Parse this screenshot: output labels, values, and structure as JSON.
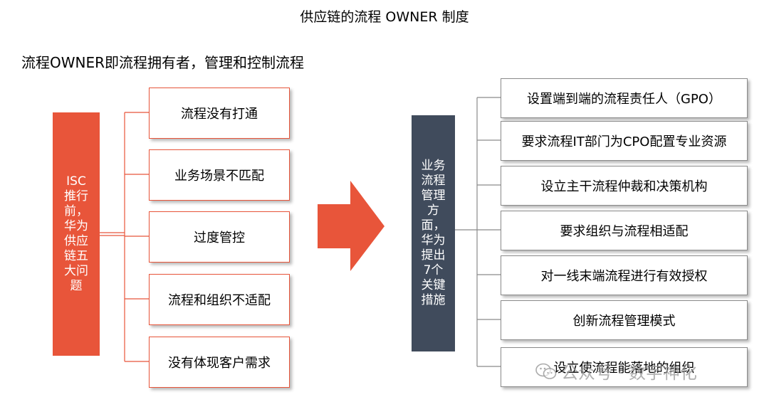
{
  "title": "供应链的流程 OWNER 制度",
  "subtitle": "流程OWNER即流程拥有者，管理和控制流程",
  "left_label": "ISC\n推行\n前，\n华为\n供应\n链五\n大问\n题",
  "left_items": [
    "流程没有打通",
    "业务场景不匹配",
    "过度管控",
    "流程和组织不适配",
    "没有体现客户需求"
  ],
  "right_label": "业务\n流程\n管理\n方面，\n华为\n提出\n7个\n关键\n措施",
  "right_items": [
    "设置端到端的流程责任人（GPO）",
    "要求流程IT部门为CPO配置专业资源",
    "设立主干流程仲裁和决策机构",
    "要求组织与流程相适配",
    "对一线末端流程进行有效授权",
    "创新流程管理模式",
    "设立使流程能落地的组织"
  ],
  "watermark": "公众号 · 数字神化",
  "colors": {
    "accent_red": "#e8553a",
    "navy": "#404b5c",
    "box_border_gray": "#8a8a8a"
  },
  "icons": {
    "arrow": "right-arrow-icon",
    "watermark": "wechat-icon"
  }
}
